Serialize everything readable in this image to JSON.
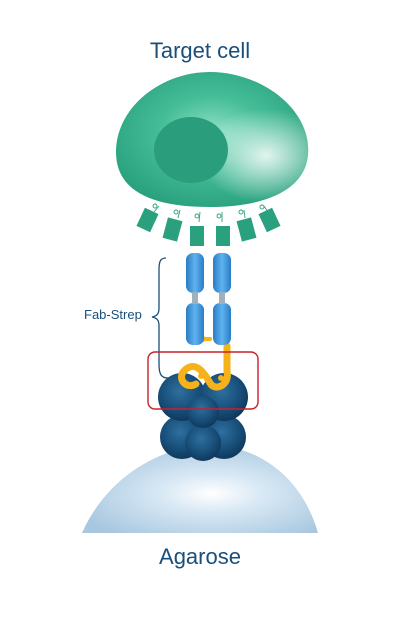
{
  "labels": {
    "target_cell": "Target cell",
    "fab_strep": "Fab-Strep",
    "agarose": "Agarose"
  },
  "colors": {
    "text": "#1a4f7a",
    "cell": "#2fae88",
    "nucleus": "#2a9d7c",
    "receptor": "#2aa07f",
    "fab": "#3a90d6",
    "strep_tag": "#f5b21a",
    "streptactin": "#164e78",
    "agarose": "#bcd6ea",
    "highlight_box": "#c8202c"
  }
}
